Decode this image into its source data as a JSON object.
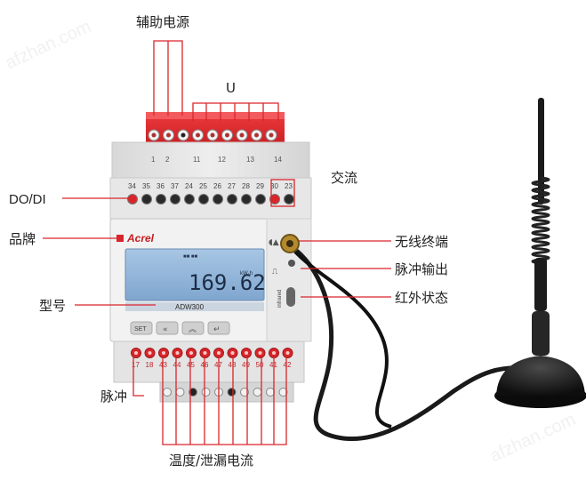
{
  "labels": {
    "aux_power": "辅助电源",
    "voltage": "U",
    "ac": "交流",
    "do_di": "DO/DI",
    "brand": "品牌",
    "model": "型号",
    "pulse": "脉冲",
    "temp_leak": "温度/泄漏电流",
    "wireless": "无线终端",
    "pulse_out": "脉冲输出",
    "ir_status": "红外状态"
  },
  "device": {
    "brand": "Acrel",
    "model": "ADW300",
    "reading": "169.62",
    "unit": "kW·h",
    "infrared": "infrared",
    "set_label": "SET",
    "top_terminals": [
      "1",
      "2",
      "11",
      "12",
      "13",
      "14"
    ],
    "io_terminals": [
      "34",
      "35",
      "36",
      "37",
      "24",
      "25",
      "26",
      "27",
      "28",
      "29",
      "30",
      "23"
    ],
    "bottom_terminals": [
      "17",
      "18",
      "43",
      "44",
      "45",
      "46",
      "47",
      "48",
      "49",
      "50",
      "41",
      "42"
    ]
  },
  "watermark": "afzhan.com",
  "colors": {
    "callout": "#d9252a",
    "terminal_red": "#e0262b",
    "lcd": "#8db2d6",
    "antenna": "#1a1a1a"
  }
}
